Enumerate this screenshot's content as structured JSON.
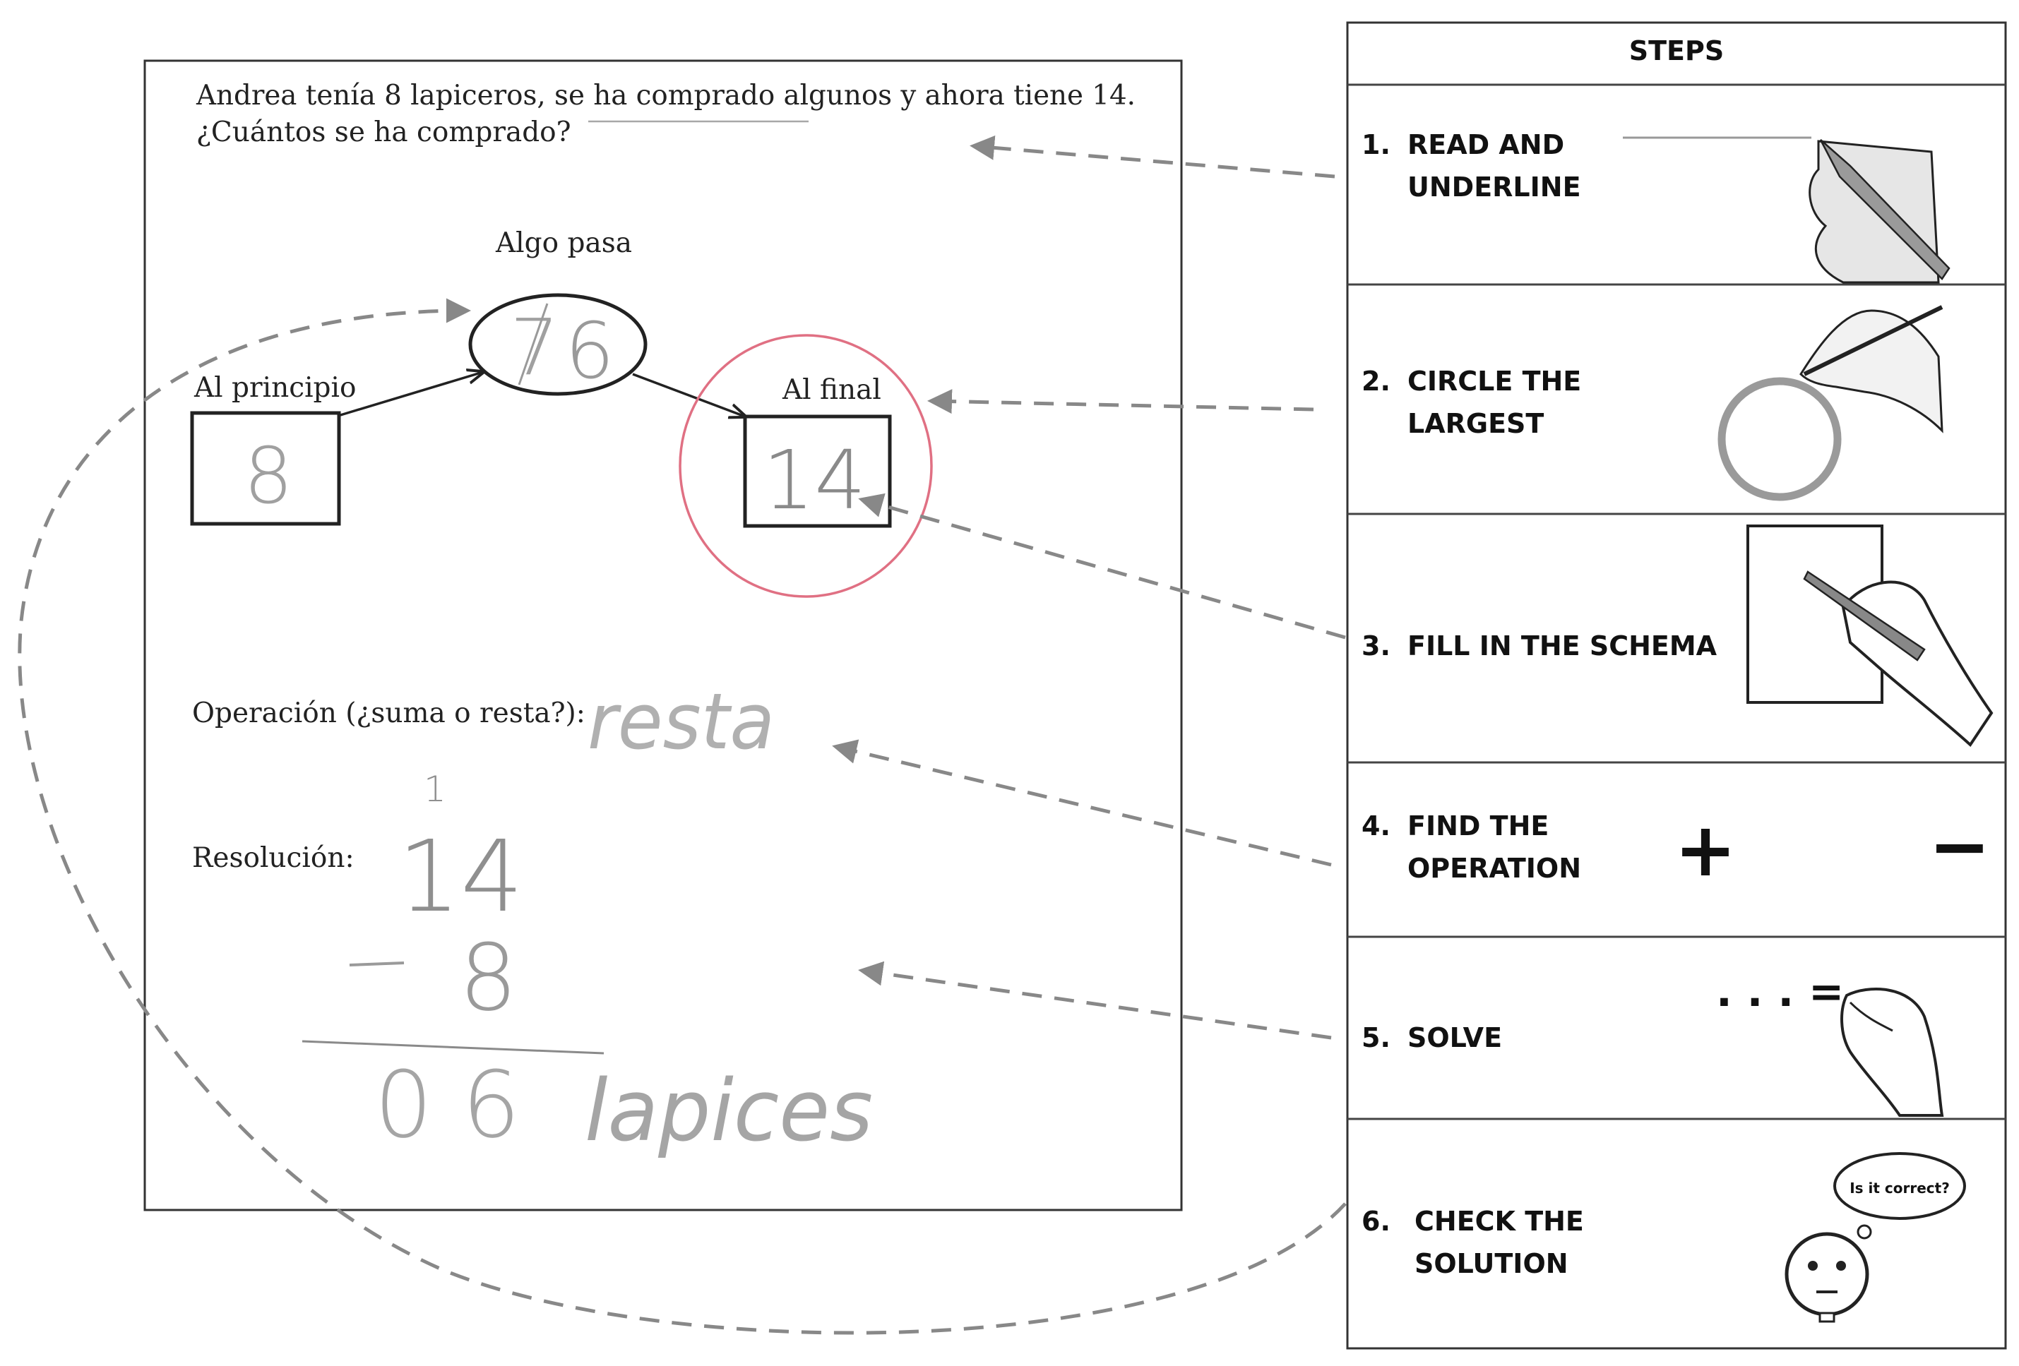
{
  "colors": {
    "ink": "#222222",
    "pencil": "#9a9a9a",
    "pencil_dark": "#7f7f7f",
    "circle_red": "#e07083",
    "arrow_gray": "#888888"
  },
  "worksheet": {
    "problem_line1": "Andrea tenía 8 lapiceros, se ha comprado algunos y ahora tiene 14.",
    "problem_line2": "¿Cuántos se ha comprado?",
    "label_middle": "Algo pasa",
    "label_start": "Al principio",
    "label_end": "Al final",
    "hand_start_value": "8",
    "hand_middle_value": "6",
    "hand_end_value": "14",
    "operation_label": "Operación (¿suma o resta?):",
    "hand_operation": "resta",
    "resolution_label": "Resolución:",
    "hand_carry": "1",
    "hand_minuend": "14",
    "hand_minus": "−",
    "hand_subtrahend": "8",
    "hand_result": "0 6",
    "hand_unit": "lapices"
  },
  "steps": {
    "header": "STEPS",
    "items": [
      {
        "num": "1.",
        "line1": "READ AND",
        "line2": "UNDERLINE",
        "icon": "pencil-underline-icon"
      },
      {
        "num": "2.",
        "line1": "CIRCLE THE",
        "line2": "LARGEST",
        "icon": "hand-circle-icon"
      },
      {
        "num": "3.",
        "line1": "FILL IN THE SCHEMA",
        "line2": "",
        "icon": "hand-writing-card-icon"
      },
      {
        "num": "4.",
        "line1": "FIND THE",
        "line2": "OPERATION",
        "icon": "plus-minus-icon",
        "plus": "+",
        "minus": "−"
      },
      {
        "num": "5.",
        "line1": "SOLVE",
        "line2": "",
        "icon": "hand-solve-icon",
        "equation": ". . . ="
      },
      {
        "num": "6.",
        "line1": "CHECK THE",
        "line2": "SOLUTION",
        "icon": "thinking-face-icon",
        "bubble": "Is it correct?"
      }
    ]
  }
}
